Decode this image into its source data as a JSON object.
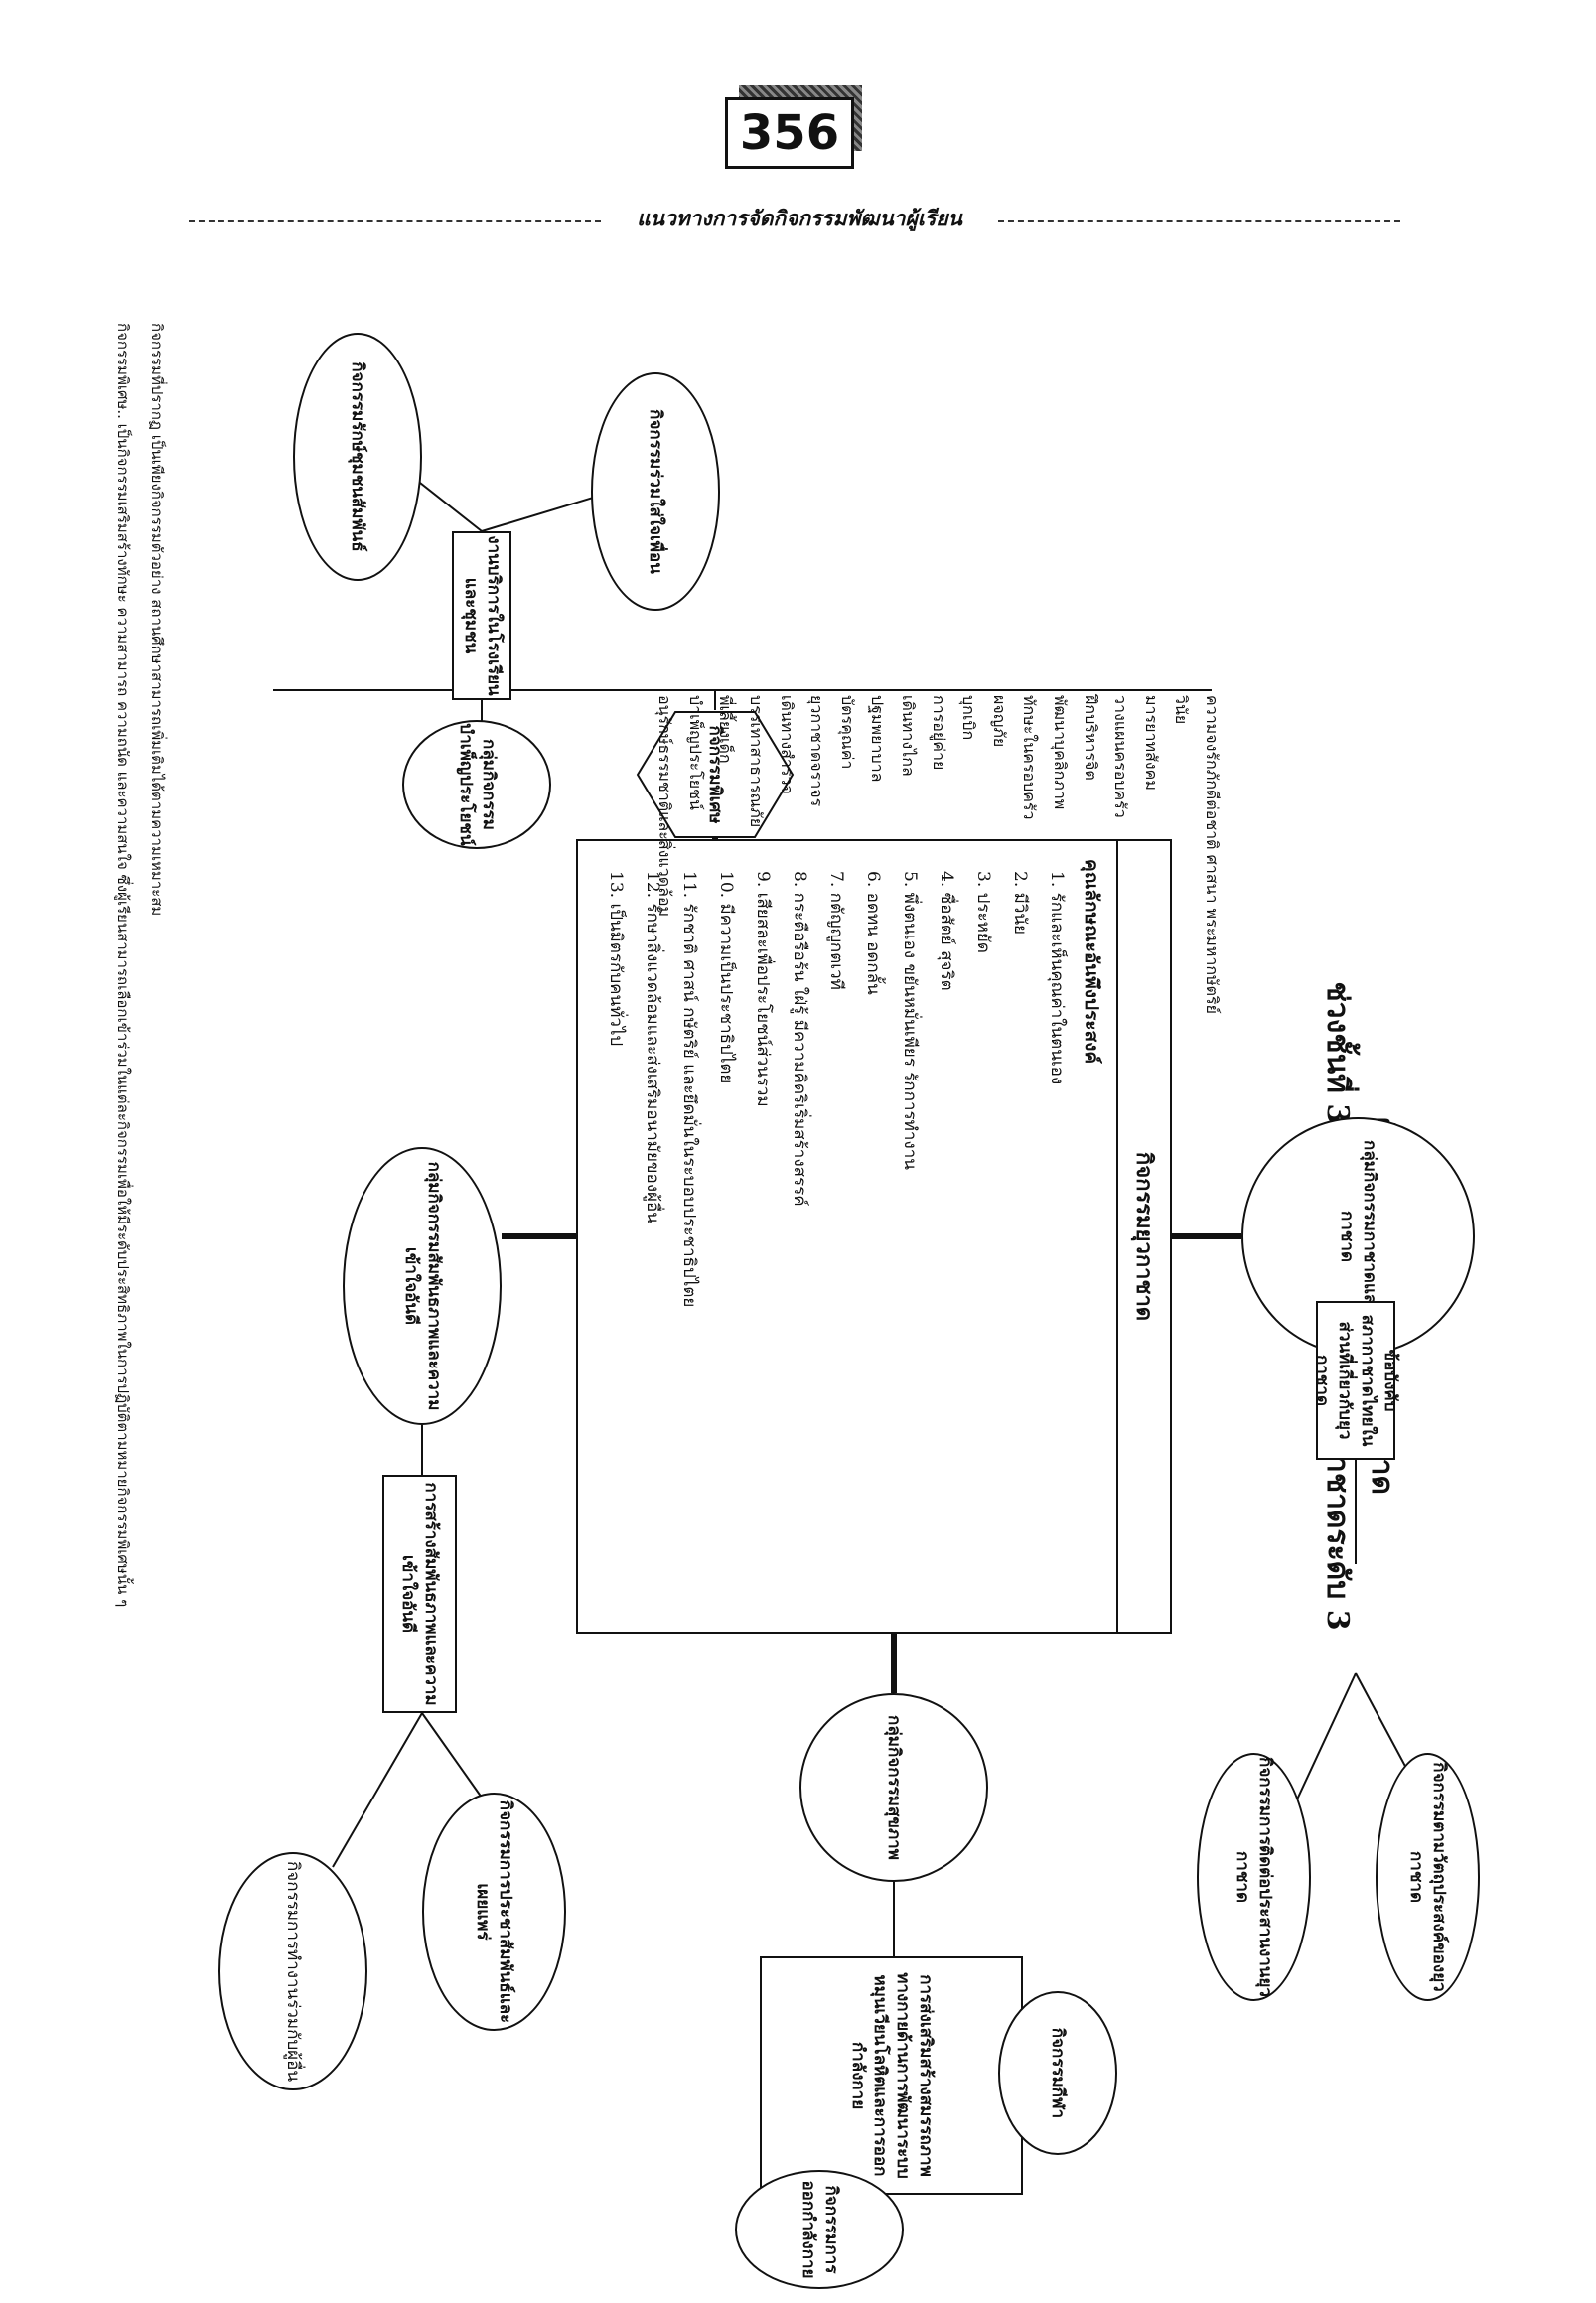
{
  "header": {
    "page_number": "356",
    "book_title": "แนวทางการจัดกิจกรรมพัฒนาผู้เรียน"
  },
  "diagram": {
    "title_line1": "ผังมโนทัศน์กิจกรรมยุวกาชาด",
    "title_line2": "ช่วงชั้นที่ 3 ชั้นมัธยมศึกษาปีที่ 2 ยุวกาชาดระดับ 3",
    "center": {
      "label": "กิจกรรมยุวกาชาด",
      "virtues_title": "คุณลักษณะอันพึงประสงค์",
      "virtues": [
        "1. รักและเห็นคุณค่าในตนเอง",
        "2. มีวินัย",
        "3. ประหยัด",
        "4. ซื่อสัตย์  สุจริต",
        "5. พึ่งตนเอง ขยันหมั่นเพียร รักการทำงาน",
        "6. อดทน อดกลั้น",
        "7. กตัญญูกตเวที",
        "8. กระตือรือร้น ใฝ่รู้ มีความคิดริเริ่มสร้างสรรค์",
        "9. เสียสละเพื่อประโยชน์ส่วนรวม",
        "10. มีความเป็นประชาธิปไตย",
        "11. รักชาติ ศาสน์ กษัตริย์ และยึดมั่นในระบอบประชาธิปไตย",
        "12. รักษาสิ่งแวดล้อมและส่งเสริมอนามัยของผู้อื่น",
        "13. เป็นมิตรกับคนทั่วไป"
      ]
    },
    "special": {
      "label": "กิจกรรมพิเศษ",
      "items": [
        "ความจงรักภักดีต่อชาติ ศาสนา พระมหากษัตริย์",
        "วินัย",
        "มารยาทสังคม",
        "วางแผนครอบครัว",
        "ฝึกบริหารจิต",
        "พัฒนาบุคลิกภาพ",
        "ทักษะในครอบครัว",
        "ผจญภัย",
        "บุกเบิก",
        "การอยู่ค่าย",
        "เดินทางไกล",
        "ปฐมพยาบาล",
        "บัตรคุณค่า",
        "ยุวกาชาดจราจร",
        "เดินทางสำรวจ",
        "บรรเทาสาธารณภัย",
        "พี่เลี้ยงเด็ก",
        "บำเพ็ญประโยชน์",
        "อนุรักษ์ธรรมชาติและสิ่งแวดล้อม"
      ]
    },
    "groups": {
      "knowledge": {
        "label": "กลุ่มกิจกรรมกาชาดและยุวกาชาด",
        "box": "ข้อบังคับสภากาชาดไทยในส่วนที่เกี่ยวกับยุวกาชาด",
        "leaf1": "กิจกรรมตามวัตถุประสงค์ของยุวกาชาด",
        "leaf2": "กิจกรรมการติดต่อประสานงานยุวกาชาด"
      },
      "health": {
        "label": "กลุ่มกิจกรรมสุขภาพ",
        "box": "การส่งเสริมสร้างสมรรถภาพทางกายด้านการพัฒนาระบบหมุนเวียนโลหิตและการออกกำลังกาย",
        "leaf1": "กิจกรรมกีฬา",
        "leaf2": "กิจกรรมการออกกำลังกาย"
      },
      "relation": {
        "label": "กลุ่มกิจกรรมสัมพันธภาพและความเข้าใจอันดี",
        "box": "การสร้างสัมพันธภาพและความเข้าใจอันดี",
        "leaf1": "กิจกรรมการประชาสัมพันธ์และเผยแพร่",
        "leaf2": "กิจกรรมการทำงานร่วมกับผู้อื่น"
      },
      "service": {
        "label": "กลุ่มกิจกรรมบำเพ็ญประโยชน์",
        "box": "งานบริการในโรงเรียนและชุมชน",
        "leaf1": "กิจกรรมรักษ์ชุมชนสัมพันธ์",
        "leaf2": "กิจกรรมร่วมใส่ใจเพื่อน"
      }
    },
    "footnotes": {
      "line1": "กิจกรรมที่ปรากฏ เป็นเพียงกิจกรรมตัวอย่าง สถานศึกษาสามารถเพิ่มเติมได้ตามความเหมาะสม",
      "line2": "กิจกรรมพิเศษ..  เป็นกิจกรรมเสริมสร้างทักษะ ความสามารถ ความถนัด และความสนใจ ซึ่งผู้เรียนสามารถเลือกเข้าร่วมในแต่ละกิจกรรมเพื่อให้มีระดับประสิทธิภาพในการปฏิบัติตามหมายกิจกรรมพิเศษนั้น ๆ"
    }
  }
}
